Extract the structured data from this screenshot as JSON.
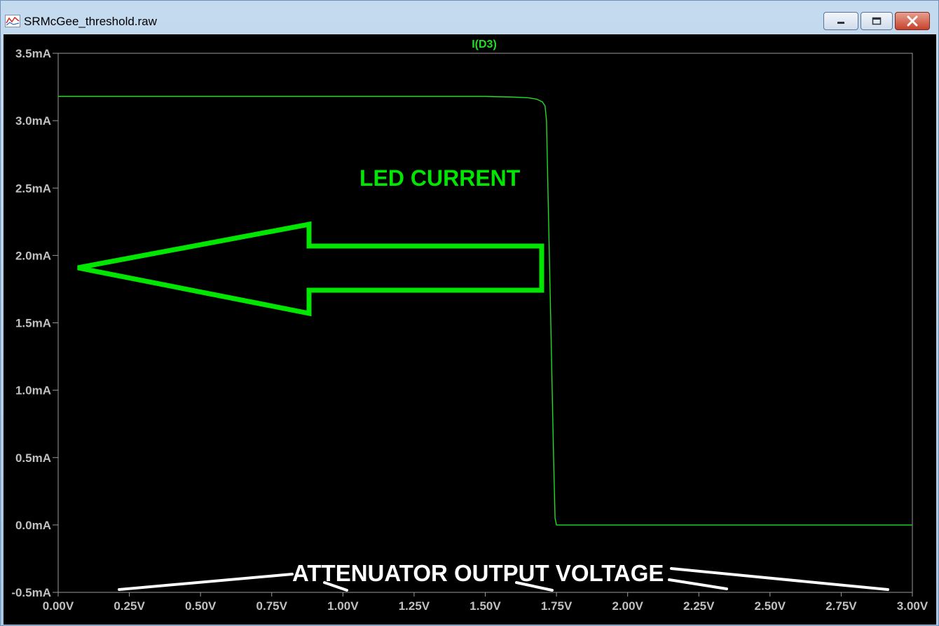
{
  "window": {
    "title": "SRMcGee_threshold.raw",
    "controls": {
      "minimize_icon": "minimize-icon",
      "maximize_icon": "maximize-icon",
      "close_icon": "close-icon"
    }
  },
  "colors": {
    "trace": "#22dd22",
    "annotation_green": "#00e600",
    "axis_text": "#c0c0c0",
    "frame": "#9a9a9a",
    "annotation_white": "#ffffff"
  },
  "chart_data": {
    "type": "line",
    "title": "I(D3)",
    "xlabel": "",
    "ylabel": "",
    "xlim": [
      0,
      3.0
    ],
    "ylim": [
      -0.5,
      3.5
    ],
    "xticks": [
      0,
      0.25,
      0.5,
      0.75,
      1.0,
      1.25,
      1.5,
      1.75,
      2.0,
      2.25,
      2.5,
      2.75,
      3.0
    ],
    "xtick_labels": [
      "0.00V",
      "0.25V",
      "0.50V",
      "0.75V",
      "1.00V",
      "1.25V",
      "1.50V",
      "1.75V",
      "2.00V",
      "2.25V",
      "2.50V",
      "2.75V",
      "3.00V"
    ],
    "yticks": [
      3.5,
      3.0,
      2.5,
      2.0,
      1.5,
      1.0,
      0.5,
      0.0,
      -0.5
    ],
    "ytick_labels": [
      "3.5mA",
      "3.0mA",
      "2.5mA",
      "2.0mA",
      "1.5mA",
      "1.0mA",
      "0.5mA",
      "0.0mA",
      "-0.5mA"
    ],
    "grid": false,
    "series": [
      {
        "name": "I(D3)",
        "x": [
          0.0,
          0.5,
          1.0,
          1.5,
          1.6,
          1.65,
          1.68,
          1.7,
          1.71,
          1.715,
          1.72,
          1.73,
          1.74,
          1.745,
          1.75,
          2.0,
          2.5,
          3.0
        ],
        "y": [
          3.18,
          3.18,
          3.18,
          3.18,
          3.175,
          3.17,
          3.16,
          3.14,
          3.11,
          3.0,
          2.5,
          1.5,
          0.5,
          0.05,
          0.0,
          0.0,
          0.0,
          0.0
        ]
      }
    ],
    "annotations": [
      {
        "text": "LED CURRENT",
        "color": "#00e600"
      },
      {
        "text": "ATTENUATOR OUTPUT VOLTAGE",
        "color": "#ffffff"
      }
    ]
  }
}
